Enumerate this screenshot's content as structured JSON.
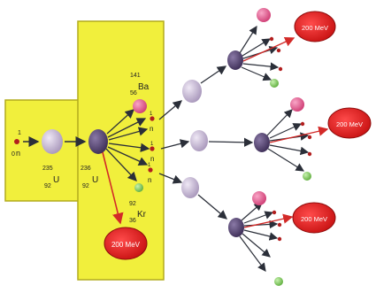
{
  "diagram": {
    "colors": {
      "panel": "#f1ef3c",
      "panel_stroke": "#b2ab1d",
      "u235_particle": "#c9bdd6",
      "u236_particle": "#5c4a79",
      "pink_particle": "#ea5b93",
      "green_particle": "#8dd46b",
      "neutron_dot": "#b21e1e",
      "energy_fill": "#e11b1b",
      "arrow_dark": "#2b2f39",
      "arrow_red": "#d32a28"
    },
    "labels": {
      "neutron_symbol": "n",
      "neutron_mass": "1",
      "neutron_charge": "0",
      "u235_mass": "235",
      "u235_charge": "92",
      "u235_symbol": "U",
      "u236_mass": "236",
      "u236_charge": "92",
      "u236_symbol": "U",
      "ba_mass": "141",
      "ba_charge": "56",
      "ba_symbol": "Ba",
      "kr_mass": "92",
      "kr_charge": "36",
      "kr_symbol": "Kr",
      "energy": "200 MeV"
    },
    "icons": [
      "neutron-particle",
      "uranium-235-nucleus",
      "uranium-236-nucleus",
      "barium-nucleus",
      "krypton-nucleus",
      "energy-burst"
    ]
  }
}
